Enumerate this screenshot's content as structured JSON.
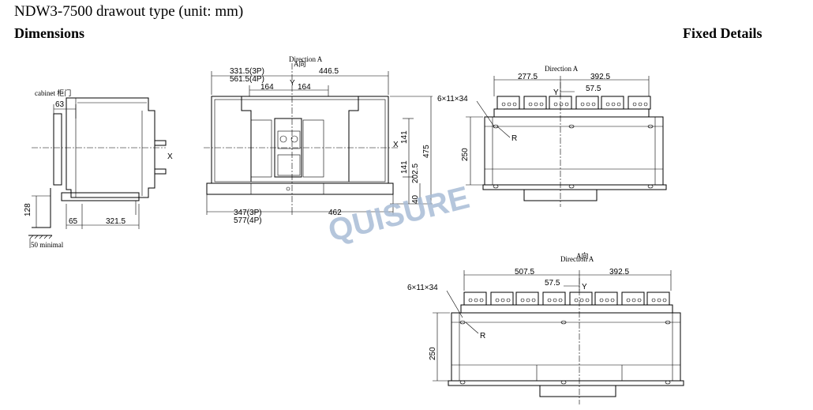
{
  "header": {
    "title": "NDW3-7500 drawout type (unit: mm)",
    "dimensions_heading": "Dimensions",
    "fixed_heading": "Fixed Details"
  },
  "watermark": "QUISURE",
  "side_view": {
    "cabinet_label": "cabinet 柜门",
    "dim_63": "63",
    "dim_128": "128",
    "dim_65": "65",
    "dim_321_5": "321.5",
    "axis_x": "X",
    "minimal_label": "50 minimal"
  },
  "front_view": {
    "direction": "Direction A",
    "direction_cn": "A向",
    "top_3p_4p_3p": "331.5(3P)",
    "top_3p_4p_4p": "561.5(4P)",
    "top_right": "446.5",
    "dim_164_left": "164",
    "dim_164_right": "164",
    "axis_y": "Y",
    "axis_x": "X",
    "dim_141_a": "141",
    "dim_141_b": "141",
    "dim_202_5": "202.5",
    "dim_40": "40",
    "dim_475": "475",
    "bottom_3p": "347(3P)",
    "bottom_4p": "577(4P)",
    "bottom_right": "462"
  },
  "upper_fixed_view": {
    "direction": "Direction A",
    "hole_spec": "6×11×34",
    "dim_277_5": "277.5",
    "dim_392_5": "392.5",
    "dim_57_5": "57.5",
    "axis_y": "Y",
    "radius": "R",
    "dim_250": "250"
  },
  "lower_fixed_view": {
    "direction": "Direction A",
    "direction_cn": "A向",
    "hole_spec": "6×11×34",
    "dim_507_5": "507.5",
    "dim_392_5": "392.5",
    "dim_57_5": "57.5",
    "axis_y": "Y",
    "radius": "R",
    "dim_250": "250"
  }
}
